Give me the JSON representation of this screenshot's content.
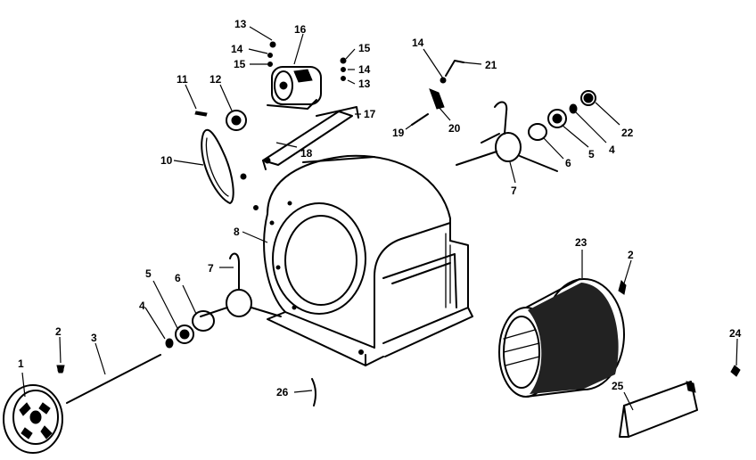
{
  "diagram": {
    "labels": [
      {
        "id": "p1",
        "text": "1"
      },
      {
        "id": "p2a",
        "text": "2"
      },
      {
        "id": "p3",
        "text": "3"
      },
      {
        "id": "p4a",
        "text": "4"
      },
      {
        "id": "p5a",
        "text": "5"
      },
      {
        "id": "p6a",
        "text": "6"
      },
      {
        "id": "p7a",
        "text": "7"
      },
      {
        "id": "p8",
        "text": "8"
      },
      {
        "id": "p10",
        "text": "10"
      },
      {
        "id": "p11",
        "text": "11"
      },
      {
        "id": "p12",
        "text": "12"
      },
      {
        "id": "p13a",
        "text": "13"
      },
      {
        "id": "p14a",
        "text": "14"
      },
      {
        "id": "p15a",
        "text": "15"
      },
      {
        "id": "p16",
        "text": "16"
      },
      {
        "id": "p15b",
        "text": "15"
      },
      {
        "id": "p14b",
        "text": "14"
      },
      {
        "id": "p13b",
        "text": "13"
      },
      {
        "id": "p17",
        "text": "17"
      },
      {
        "id": "p18",
        "text": "18"
      },
      {
        "id": "p14c",
        "text": "14"
      },
      {
        "id": "p21",
        "text": "21"
      },
      {
        "id": "p19",
        "text": "19"
      },
      {
        "id": "p20",
        "text": "20"
      },
      {
        "id": "p22",
        "text": "22"
      },
      {
        "id": "p4b",
        "text": "4"
      },
      {
        "id": "p5b",
        "text": "5"
      },
      {
        "id": "p6b",
        "text": "6"
      },
      {
        "id": "p7b",
        "text": "7"
      },
      {
        "id": "p23",
        "text": "23"
      },
      {
        "id": "p2b",
        "text": "2"
      },
      {
        "id": "p24",
        "text": "24"
      },
      {
        "id": "p25",
        "text": "25"
      },
      {
        "id": "p26",
        "text": "26"
      }
    ]
  }
}
